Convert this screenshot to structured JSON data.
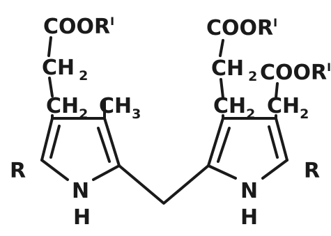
{
  "diagram": {
    "type": "chemical-structure",
    "atoms": {
      "cooR_left": "COOR",
      "cooR_left_sup": "I",
      "ch2_left_top_c": "CH",
      "ch2_left_top_sub": "2",
      "ch2_left_bot_c": "CH",
      "ch2_left_bot_sub": "2",
      "ch3_c": "CH",
      "ch3_sub": "3",
      "r_left": "R",
      "n_left": "N",
      "h_left": "H",
      "cooR_mid": "COOR",
      "cooR_mid_sup": "I",
      "ch2_mid_top_c": "CH",
      "ch2_mid_top_sub": "2",
      "ch2_mid_bot_c": "CH",
      "ch2_mid_bot_sub": "2",
      "cooR_right": "COOR",
      "cooR_right_sup": "I",
      "ch2_right_c": "CH",
      "ch2_right_sub": "2",
      "r_right": "R",
      "n_right": "N",
      "h_right": "H"
    },
    "colors": {
      "ink": "#1a1a1a",
      "background": "#ffffff"
    }
  }
}
